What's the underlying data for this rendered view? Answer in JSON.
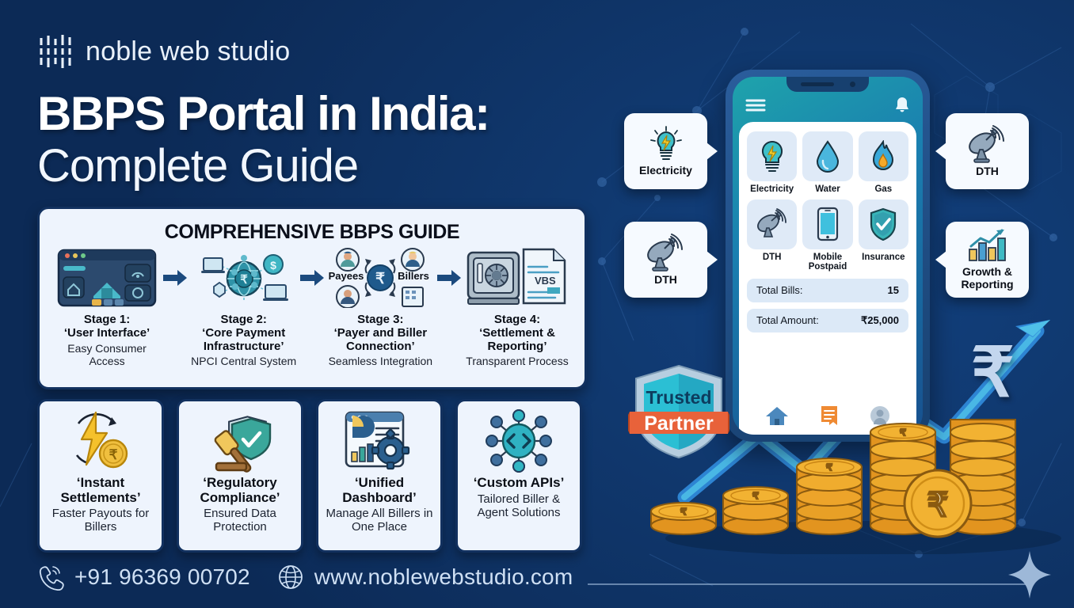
{
  "brand": {
    "name": "noble web studio",
    "logo_icon": "dashed-grid-logo-icon"
  },
  "hero": {
    "title_line1": "BBPS Portal in India:",
    "title_line2": "Complete Guide"
  },
  "stage_card": {
    "heading": "COMPREHENSIVE BBPS GUIDE",
    "stages": [
      {
        "num": "Stage 1:",
        "name": "‘User Interface’",
        "desc": "Easy Consumer Access",
        "icon": "browser-dashboard-icon"
      },
      {
        "num": "Stage 2:",
        "name": "‘Core Payment Infrastructure’",
        "desc": "NPCI Central System",
        "icon": "network-globe-rupee-icon"
      },
      {
        "num": "Stage 3:",
        "name": "‘Payer and Biller Connection’",
        "desc": "Seamless Integration",
        "icon": "payees-billers-exchange-icon"
      },
      {
        "num": "Stage 4:",
        "name": "‘Settlement & Reporting’",
        "desc": "Transparent Process",
        "icon": "vault-report-icon"
      }
    ],
    "stage3_labels": {
      "left": "Payees",
      "right": "Billers",
      "center": "₹"
    },
    "stage4_doc_label": "VBS"
  },
  "features": [
    {
      "title": "‘Instant Settlements’",
      "desc": "Faster Payouts for Billers",
      "icon": "lightning-coin-icon"
    },
    {
      "title": "‘Regulatory Compliance’",
      "desc": "Ensured Data Protection",
      "icon": "gavel-shield-check-icon"
    },
    {
      "title": "‘Unified Dashboard’",
      "desc": "Manage All Billers in One Place",
      "icon": "dashboard-gear-icon"
    },
    {
      "title": "‘Custom APIs’",
      "desc": "Tailored Biller & Agent Solutions",
      "icon": "api-code-node-icon"
    }
  ],
  "footer": {
    "phone": "+91 96369 00702",
    "phone_icon": "phone-call-icon",
    "website": "www.noblewebstudio.com",
    "website_icon": "globe-icon"
  },
  "phone_mockup": {
    "menu_icon": "hamburger-menu-icon",
    "bell_icon": "notification-bell-icon",
    "tiles": [
      {
        "label": "Electricity",
        "icon": "lightbulb-icon"
      },
      {
        "label": "Water",
        "icon": "water-drop-icon"
      },
      {
        "label": "Gas",
        "icon": "gas-flame-icon"
      },
      {
        "label": "DTH",
        "icon": "satellite-dish-icon"
      },
      {
        "label": "Mobile Postpaid",
        "icon": "smartphone-icon"
      },
      {
        "label": "Insurance",
        "icon": "shield-check-icon"
      }
    ],
    "summary": [
      {
        "key": "Total Bills:",
        "value": "15"
      },
      {
        "key": "Total Amount:",
        "value": "₹25,000"
      }
    ],
    "nav": [
      {
        "icon": "home-icon"
      },
      {
        "icon": "bills-document-icon"
      },
      {
        "icon": "profile-icon"
      }
    ]
  },
  "badges": [
    {
      "id": "electricity-left",
      "label": "Electricity",
      "icon": "lightbulb-icon",
      "side": "left"
    },
    {
      "id": "dth-left",
      "label": "DTH",
      "icon": "satellite-dish-icon",
      "side": "left"
    },
    {
      "id": "dth-right",
      "label": "DTH",
      "icon": "satellite-dish-icon",
      "side": "right"
    },
    {
      "id": "growth-right",
      "label": "Growth & Reporting",
      "icon": "bar-chart-arrow-icon",
      "side": "right"
    }
  ],
  "shield": {
    "line1": "Trusted",
    "line2": "Partner",
    "accent": "#e8623a"
  },
  "decor": {
    "rupee_symbol": "₹",
    "coin_symbol": "₹",
    "coin_stack_heights": [
      1,
      2,
      4,
      6,
      7
    ],
    "sparkle_icon": "four-point-sparkle-icon"
  },
  "colors": {
    "bg_navy": "#0d2d5e",
    "bg_navy_light": "#13417e",
    "card_bg": "#eef4fd",
    "card_border": "#12315f",
    "accent_teal": "#2bb3c0",
    "accent_orange": "#e8623a",
    "gold": "#edab28",
    "text_light": "#cfe0f4"
  }
}
